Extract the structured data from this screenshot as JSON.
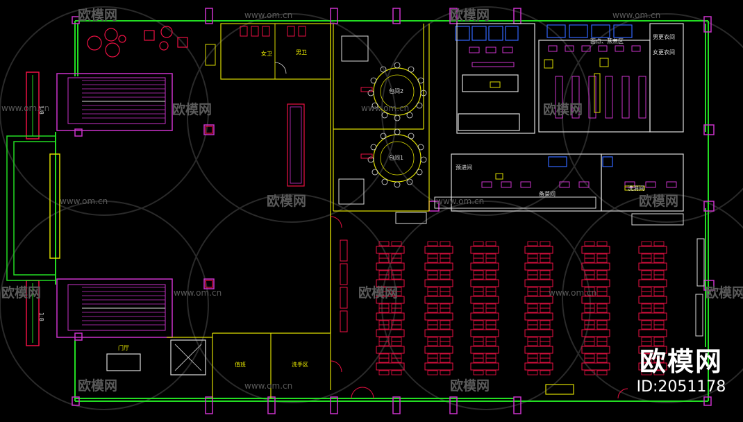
{
  "rooms": {
    "female_wc": "女卫",
    "male_wc": "男卫",
    "private_room_2": "包间2",
    "private_room_1": "包间1",
    "kitchen_area": "面点、蒸煮区",
    "male_locker": "男更衣间",
    "female_locker": "女更衣间",
    "prep_room": "预进间",
    "staff_kitchen": "备菜间",
    "dish_room": "洗消间",
    "hall": "门厅",
    "duty_room": "值班",
    "hand_wash": "洗手区",
    "ramp_top": "1:8",
    "ramp_bottom": "1:8"
  },
  "watermarks": {
    "brand": "欧模网",
    "url": "www.om.cn"
  },
  "corner": {
    "brand": "欧模网",
    "id": "ID:2051178"
  },
  "colors": {
    "wall": "#22dd22",
    "column": "#cc33cc",
    "furniture": "#ee1144",
    "fixture": "#eeee00",
    "equipment": "#3366ff",
    "outline": "#dddddd"
  }
}
